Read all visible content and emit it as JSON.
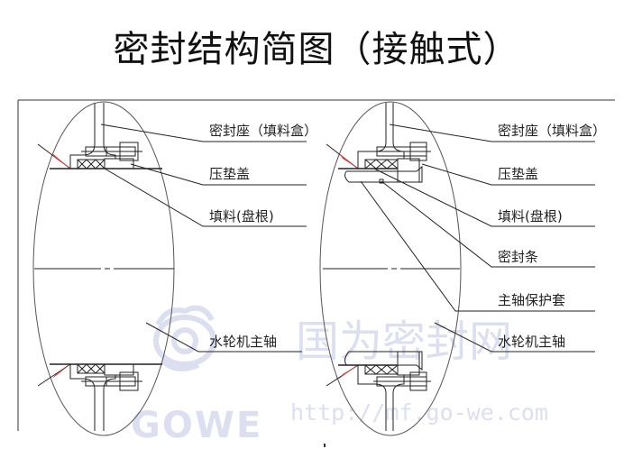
{
  "title": "密封结构简图（接触式）",
  "left_diagram": {
    "labels": [
      {
        "text": "密封座（填料盒）",
        "part": "seal-seat"
      },
      {
        "text": "压垫盖",
        "part": "gland-cover"
      },
      {
        "text": "填料(盘根)",
        "part": "packing"
      },
      {
        "text": "水轮机主轴",
        "part": "turbine-main-shaft"
      }
    ]
  },
  "right_diagram": {
    "labels": [
      {
        "text": "密封座（填料盒）",
        "part": "seal-seat"
      },
      {
        "text": "压垫盖",
        "part": "gland-cover"
      },
      {
        "text": "填料(盘根)",
        "part": "packing"
      },
      {
        "text": "密封条",
        "part": "seal-strip"
      },
      {
        "text": "主轴保护套",
        "part": "shaft-sleeve"
      },
      {
        "text": "水轮机主轴",
        "part": "turbine-main-shaft"
      }
    ]
  },
  "watermark": {
    "logo_text": "GOWE",
    "cn_text": "国为密封网",
    "url": "http://mf.go-we.com"
  },
  "colors": {
    "line": "#222222",
    "highlight": "#e8383d",
    "watermark": "#dcdff0"
  }
}
